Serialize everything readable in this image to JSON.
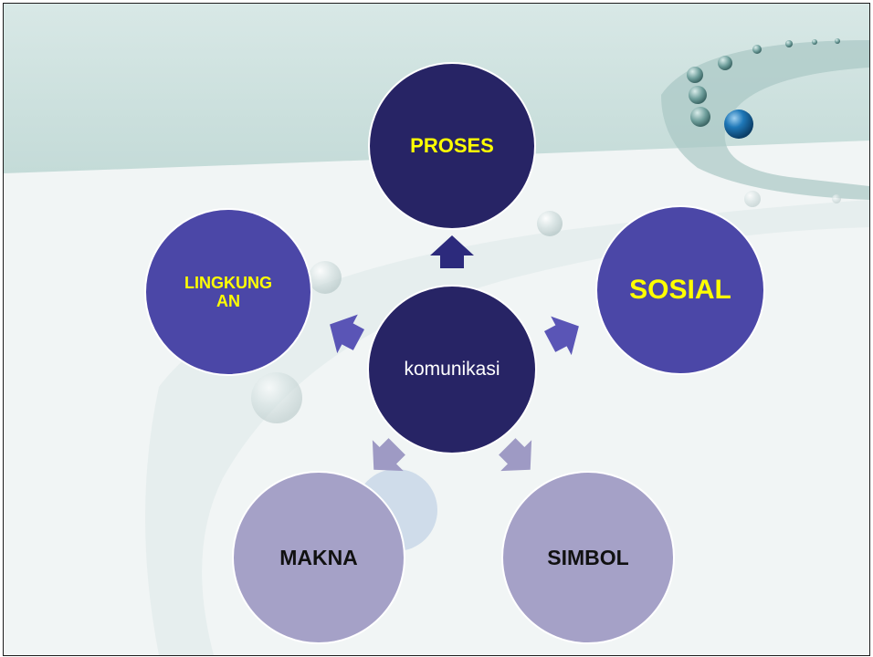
{
  "diagram": {
    "center": {
      "label": "komunikasi"
    },
    "nodes": [
      {
        "id": "proses",
        "label": "PROSES"
      },
      {
        "id": "sosial",
        "label": "SOSIAL"
      },
      {
        "id": "simbol",
        "label": "SIMBOL"
      },
      {
        "id": "makna",
        "label": "MAKNA"
      },
      {
        "id": "lingkungan",
        "label": "LINGKUNG AN"
      }
    ],
    "colors": {
      "center_fill": "#272465",
      "proses_fill": "#272465",
      "sosial_fill": "#4b47a7",
      "lingkungan_fill": "#4b47a7",
      "makna_fill": "#a5a1c7",
      "simbol_fill": "#a5a1c7",
      "dark_arrow": "#2c2a7c",
      "mid_arrow": "#5a55b6",
      "light_arrow": "#9e9ac4",
      "highlight_text": "#ffff00"
    }
  }
}
